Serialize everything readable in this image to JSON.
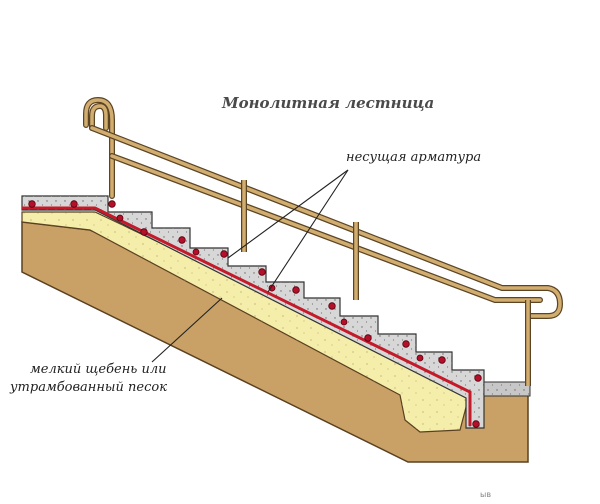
{
  "diagram": {
    "title": "Монолитная лестница",
    "labels": {
      "rebar": "несущая арматура",
      "base_line1": "мелкий щебень или",
      "base_line2": "утрамбованный песок"
    },
    "colors": {
      "ground": "#c9a065",
      "ground_stroke": "#5a4020",
      "sand": "#f4eeaa",
      "concrete": "#d7d7d7",
      "rebar": "#c41a2a",
      "railing": "#d2ad70",
      "railing_stroke": "#5c4525"
    }
  }
}
